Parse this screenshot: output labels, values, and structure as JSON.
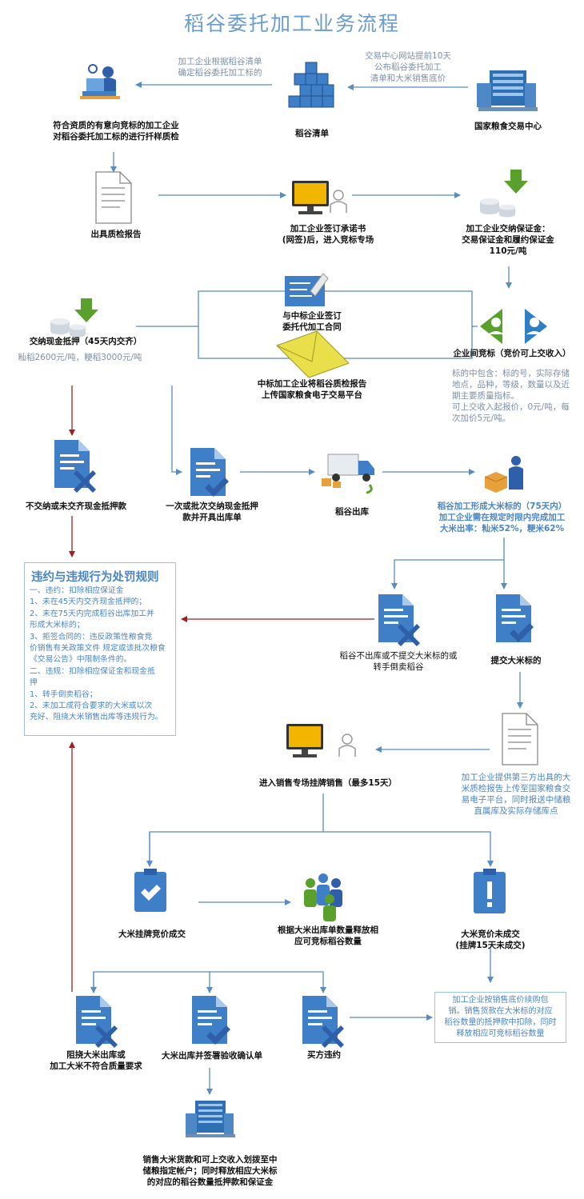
{
  "title": "稻谷委托加工业务流程",
  "texts": {
    "n1": "交易中心网站提前10天\n公布稻谷委托加工\n清单和大米销售底价",
    "n2": "加工企业根据稻谷清单\n确定稻谷委托加工标的",
    "center": "国家粮食交易中心",
    "list": "稻谷清单",
    "inspect": "符合资质的有意向竞标的加工企业\n对稻谷委托加工标的进行扦样质检",
    "report": "出具质检报告",
    "promise": "加工企业签订承诺书\n(网签)后，进入竞标专场",
    "deposit": "加工企业交纳保证金：\n交易保证金和履约保证金\n110元/吨",
    "contract": "与中标企业签订\n委托代加工合同",
    "cash": "交纳现金抵押（45天内交齐）",
    "cash_price": "籼稻2600元/吨，粳稻3000元/吨",
    "bidding": "企业间竞标（竞价可上交收入）",
    "bid_note": "标的中包含：标的号，实际存储\n地点，品种，等级，数量以及近\n期主要质量指标。\n可上交收入起报价，0元/吨，每\n次加价5元/吨。",
    "upload": "中标加工企业将稻谷质检报告\n上传国家粮食电子交易平台",
    "nopay": "不交纳或未交齐现金抵押款",
    "paid": "一次或批次交纳现金抵押\n款并开具出库单",
    "out": "稻谷出库",
    "process": "稻谷加工形成大米标的（75天内）\n加工企业需在规定时限内完成加工\n大米出率：籼米52%，粳米62%",
    "notsubmit": "稻谷不出库或不提交大米标的或\n转手倒卖稻谷",
    "submit": "提交大米标的",
    "third": "加工企业提供第三方出具的大\n米质检报告上传至国家粮食交\n易电子平台，同时报送中储粮\n直属库及实际存储库点",
    "sale": "进入销售专场挂牌销售（最多15天）",
    "deal": "大米挂牌竞价成交",
    "release": "根据大米出库单数量释放相\n应可竞标稻谷数量",
    "nodeal": "大米竞价未成交\n(挂牌15天未成交)",
    "buyback": "加工企业按销售底价续购包\n销。销售货款在大米标的对应\n稻谷数量的抵押款中扣除，同时\n释放相应可竞标稻谷数量",
    "obstruct": "阻挠大米出库或\n加工大米不符合质量要求",
    "confirm": "大米出库并签署验收确认单",
    "buyerbreach": "买方违约",
    "final": "销售大米货款和可上交收入划拨至中\n储粮指定帐户；同时释放相应大米标\n的对应的稻谷数量抵押款和保证金"
  },
  "rules": {
    "heading": "违约与违规行为处罚规则",
    "body": "  一、违约：扣除相应保证金\n  1、未在45天内交齐现金抵押的；\n  2、未在75天内完成稻谷出库加工并\n形成大米标的；\n  3、拒签合同的：违反政策性粮食竞\n价销售有关政策文件 规定或该批次粮食\n《交易公告》中限制条件的。\n  二、违规：扣除相应保证金和现金抵\n押\n  1、转手倒卖稻谷；\n  2、未加工成符合要求的大米或以次\n充好、阻挠大米销售出库等违规行为。"
  },
  "colors": {
    "accent": "#4a86c4",
    "arrow": "#5b8cbf",
    "red": "#a01e22",
    "green": "#5aa02c"
  }
}
